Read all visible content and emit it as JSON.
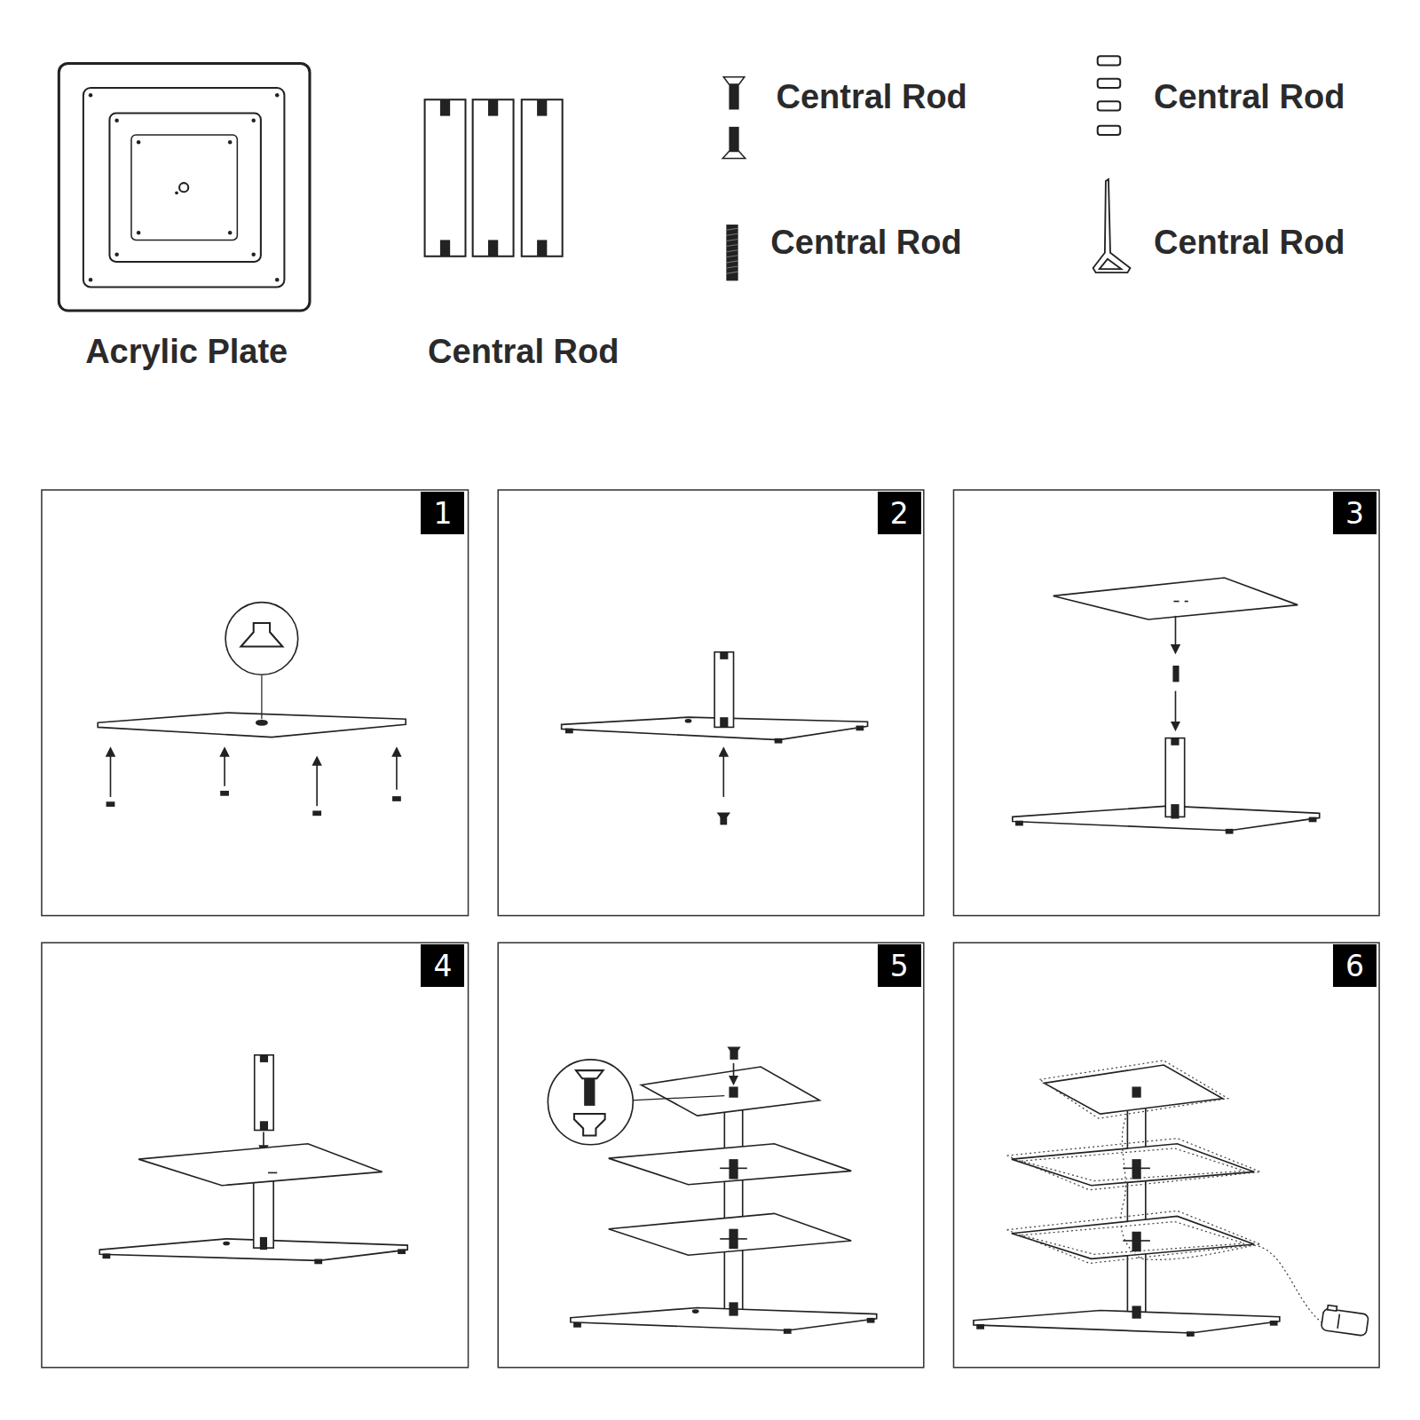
{
  "diagram": {
    "nodes": [
      {
        "text": [
          "1"
        ]
      },
      {
        "text": [
          "2"
        ]
      },
      {
        "text": [
          "3"
        ]
      },
      {
        "text": [
          "4"
        ]
      },
      {
        "text": [
          "5"
        ]
      },
      {
        "text": [
          "6"
        ]
      }
    ],
    "labels": [
      "Acrylic Plate",
      "Central Rod",
      "Central Rod",
      "Central Rod",
      "Central Rod",
      "Central Rod"
    ]
  }
}
